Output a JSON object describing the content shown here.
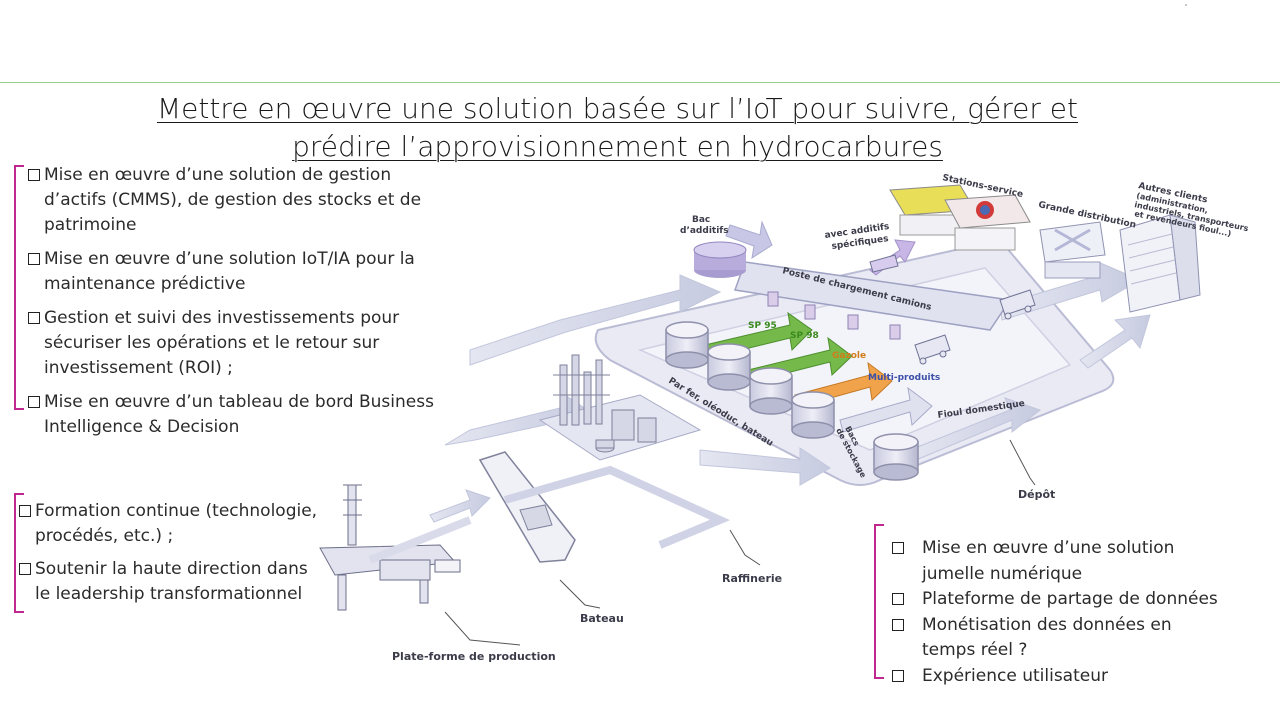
{
  "title": {
    "line1": "Mettre en œuvre une solution basée sur l’IoT pour suivre, gérer et",
    "line2": "prédire l’approvisionnement en hydrocarbures"
  },
  "left_list_top": [
    {
      "l1": "Mise en œuvre d’une solution de gestion",
      "l2": "d’actifs (CMMS), de gestion des stocks et de",
      "l3": "patrimoine"
    },
    {
      "l1": "Mise en œuvre d’une solution IoT/IA pour la",
      "l2": "maintenance prédictive"
    },
    {
      "l1": "Gestion et suivi des investissements pour",
      "l2": "sécuriser les opérations et le retour sur",
      "l3": "investissement (ROI) ;"
    },
    {
      "l1": "Mise en œuvre d’un tableau de bord Business",
      "l2": "Intelligence & Decision"
    }
  ],
  "left_list_bottom": [
    {
      "l1": "Formation continue (technologie,",
      "l2": "procédés, etc.) ;"
    },
    {
      "l1": "Soutenir la haute direction dans",
      "l2": "le leadership transformationnel"
    }
  ],
  "right_list": [
    {
      "l1": "Mise en œuvre d’une solution",
      "l2": "jumelle numérique"
    },
    {
      "l1": "Plateforme de partage de données"
    },
    {
      "l1": "Monétisation des données en",
      "l2": "temps réel ?"
    },
    {
      "l1": "Expérience utilisateur"
    }
  ],
  "diagram": {
    "bac_additifs_1": "Bac",
    "bac_additifs_2": "d’additifs",
    "additifs_1": "avec additifs",
    "additifs_2": "spécifiques",
    "stations": "Stations-service",
    "grande": "Grande distribution",
    "autres_1": "Autres clients",
    "autres_2": "(administration,",
    "autres_3": "industriels, transporteurs",
    "autres_4": "et revendeurs fioul...)",
    "poste": "Poste de chargement camions",
    "sp95": "SP 95",
    "sp98": "SP 98",
    "gazole": "Gazole",
    "multi": "Multi-produits",
    "par_fer": "Par fer, oléoduc, bateau",
    "bacs_1": "Bacs",
    "bacs_2": "de stockage",
    "fioul": "Fioul domestique",
    "depot": "Dépôt",
    "raffinerie": "Raffinerie",
    "bateau": "Bateau",
    "plateforme": "Plate-forme de production"
  }
}
